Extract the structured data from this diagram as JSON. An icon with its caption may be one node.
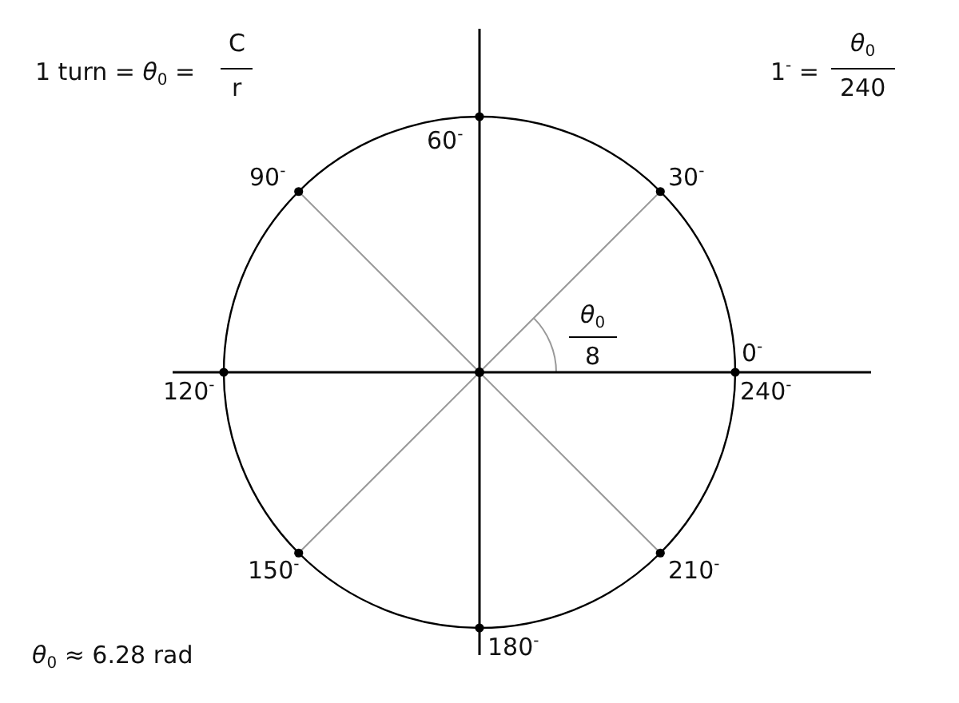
{
  "diagram": {
    "labels": [
      "1 turn = *θ*$_{0}$ =",
      "C",
      "r",
      "1$^{-}$ =",
      "*θ*$_{0}$",
      "240",
      "60$^{-}$",
      "90$^{-}$",
      "30$^{-}$",
      "*θ*$_{0}$",
      "8",
      "0$^{-}$",
      "120$^{-}$",
      "240$^{-}$",
      "150$^{-}$",
      "210$^{-}$",
      "180$^{-}$",
      "*θ*$_{0}$ ≈ 6.28 rad"
    ]
  }
}
